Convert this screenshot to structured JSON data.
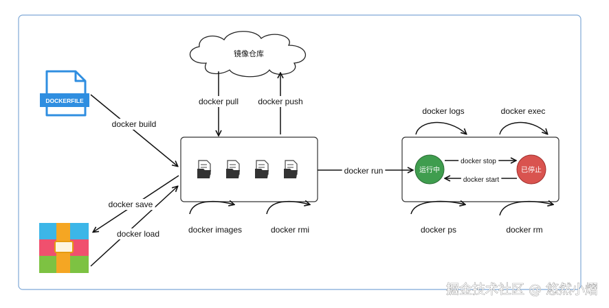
{
  "registry": {
    "label": "镜像仓库"
  },
  "dockerfile": {
    "label": "DOCKERFILE"
  },
  "commands": {
    "build": "docker build",
    "pull": "docker pull",
    "push": "docker push",
    "save": "docker save",
    "load": "docker load",
    "images": "docker images",
    "rmi": "docker rmi",
    "run": "docker run",
    "logs": "docker logs",
    "exec": "docker exec",
    "ps": "docker ps",
    "rm": "docker rm",
    "stop": "docker stop",
    "start": "docker start"
  },
  "states": {
    "running": "运行中",
    "stopped": "已停止"
  },
  "colors": {
    "frame": "#7ea8d6",
    "dockerfile": "#2f8ee0",
    "running": "#3f9d4e",
    "stopped": "#d9534f",
    "archive_red": "#f0506e",
    "archive_blue": "#3cb6e8",
    "archive_green": "#7dc242",
    "archive_band": "#f5a623"
  },
  "icons": {
    "dockerfile": "dockerfile-document-icon",
    "archive": "archive-package-icon",
    "image_file": "image-file-icon",
    "cloud": "cloud-icon"
  },
  "watermark": "掘金技术社区 @ 悠然小熠"
}
